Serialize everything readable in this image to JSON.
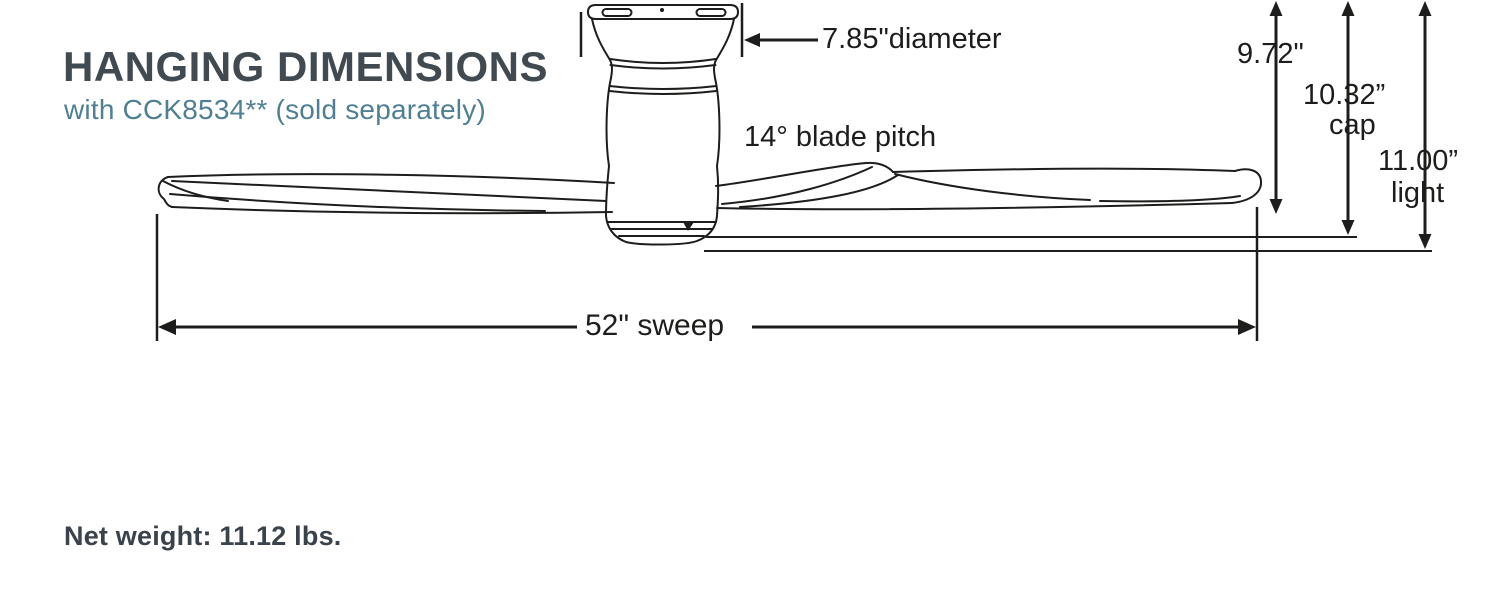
{
  "title": "HANGING DIMENSIONS",
  "subtitle": "with CCK8534** (sold separately)",
  "net_weight": "Net weight: 11.12 lbs.",
  "dimensions": {
    "diameter": "7.85\"diameter",
    "blade_pitch": "14° blade pitch",
    "hang_height": "9.72\"",
    "cap_height": "10.32”",
    "cap_label": "cap",
    "light_height": "11.00”",
    "light_label": "light",
    "sweep": "52\" sweep"
  },
  "colors": {
    "title_text": "#414a51",
    "subtitle_text": "#4e7f93",
    "drawing_line": "#1d1d1b",
    "background": "#ffffff"
  }
}
